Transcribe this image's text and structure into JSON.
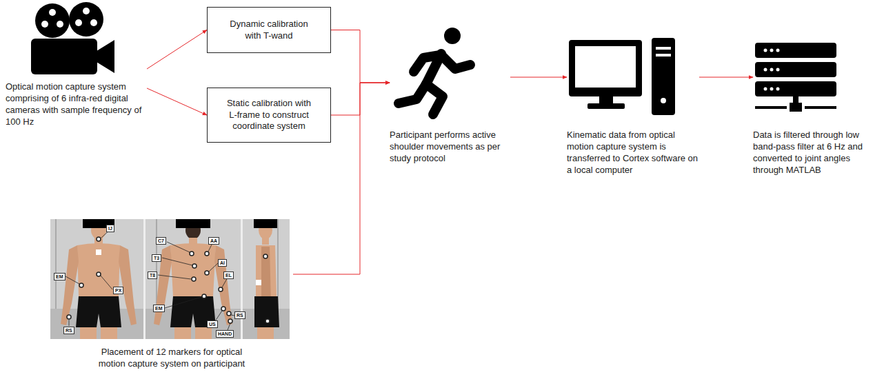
{
  "diagram": {
    "nodes": [
      {
        "text": [
          "Optical motion capture system comprising of 6 infra-red digital cameras with sample frequency of 100 Hz"
        ]
      },
      {
        "text": [
          "Dynamic calibration with T-wand"
        ]
      },
      {
        "text": [
          "Static calibration with L-frame to construct coordinate system"
        ]
      },
      {
        "text": [
          "Participant performs active shoulder movements as per study protocol"
        ]
      },
      {
        "text": [
          "Kinematic data from optical motion capture system is transferred to Cortex software on a local computer"
        ]
      },
      {
        "text": [
          "Data is filtered through low band-pass filter at 6 Hz and converted to joint angles through MATLAB"
        ]
      },
      {
        "text": [
          "Placement of 12 markers for optical motion capture system on participant"
        ]
      }
    ],
    "edges": [
      {
        "from": 0,
        "to": 1,
        "arrow": "to"
      },
      {
        "from": 0,
        "to": 2,
        "arrow": "to"
      },
      {
        "from": 1,
        "to": 3,
        "arrow": "to"
      },
      {
        "from": 2,
        "to": 3,
        "arrow": "to"
      },
      {
        "from": 6,
        "to": 3,
        "arrow": "to"
      },
      {
        "from": 3,
        "to": 4,
        "arrow": "to"
      },
      {
        "from": 4,
        "to": 5,
        "arrow": "to"
      }
    ],
    "labels": [
      "IJ",
      "EM",
      "PX",
      "RS",
      "C7",
      "AA",
      "T3",
      "AI",
      "T8",
      "EL",
      "EM",
      "US",
      "RS",
      "HAND"
    ]
  }
}
